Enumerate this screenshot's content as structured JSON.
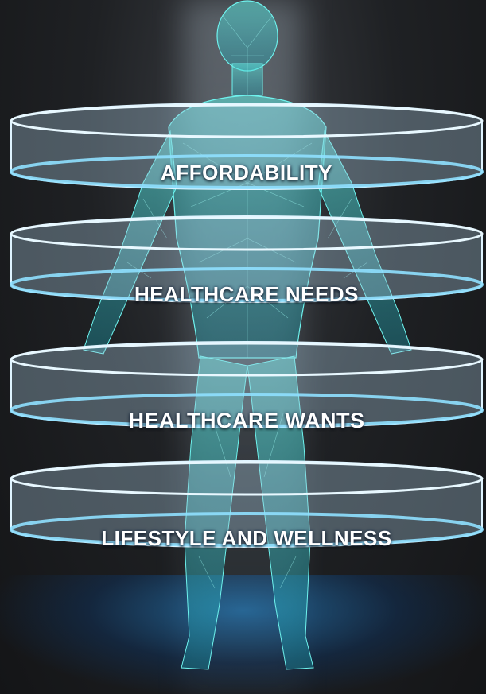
{
  "rings": [
    {
      "label": "AFFORDABILITY"
    },
    {
      "label": "HEALTHCARE NEEDS"
    },
    {
      "label": "HEALTHCARE WANTS"
    },
    {
      "label": "LIFESTYLE AND WELLNESS"
    }
  ],
  "colors": {
    "glow": "#7fd4ff",
    "figure": "#37d9d4",
    "ring_glass": "#b9d7ea"
  }
}
